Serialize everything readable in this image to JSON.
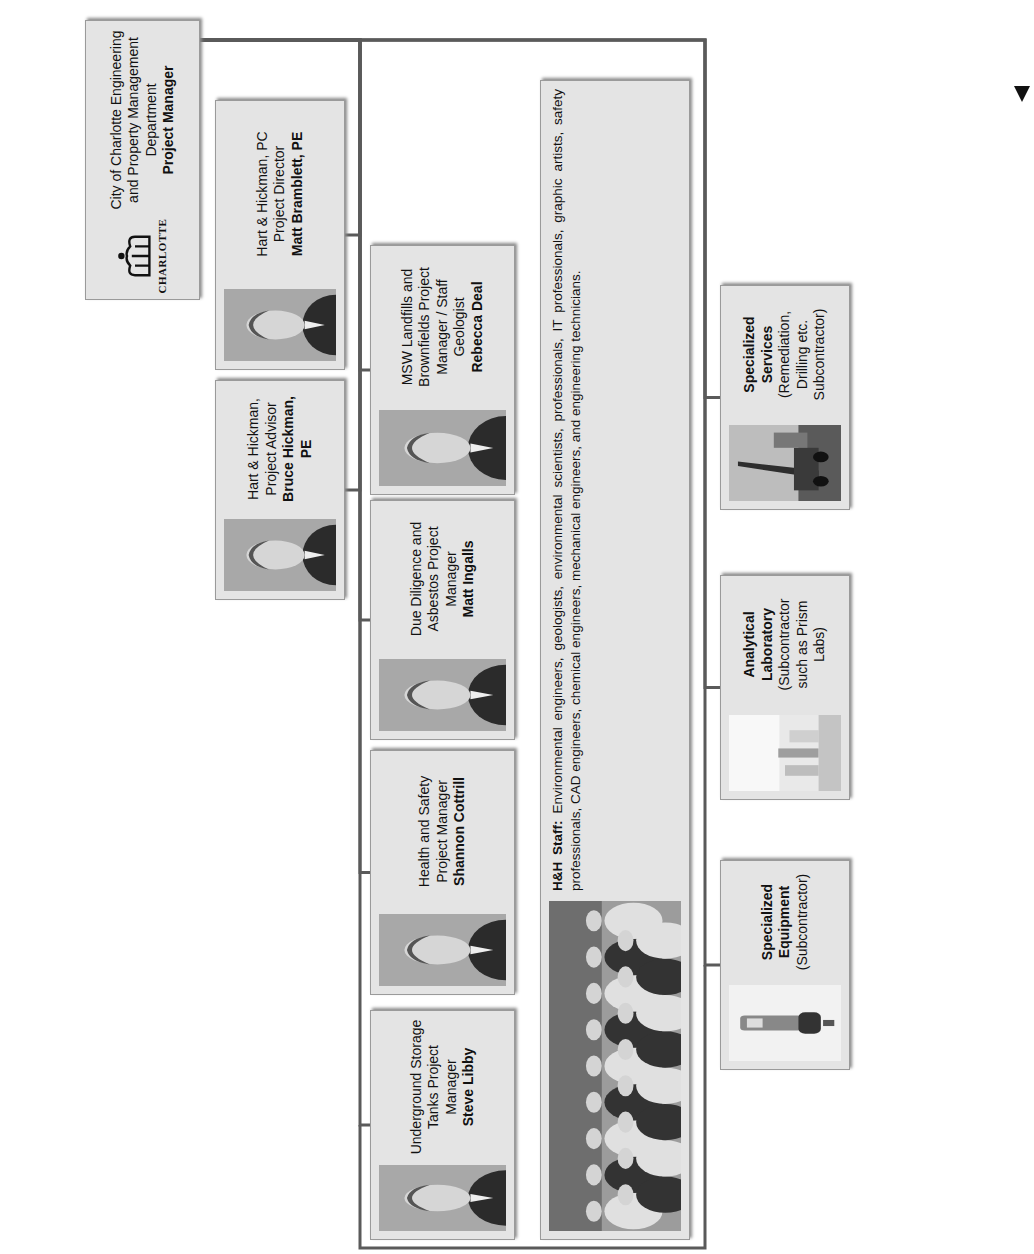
{
  "diagram": {
    "nodes": [
      {
        "text": [
          "City of Charlotte Engineering and Property Management Department",
          "Project Manager"
        ]
      },
      {
        "text": [
          "Hart & Hickman, Project Advisor",
          "Bruce Hickman, PE"
        ]
      },
      {
        "text": [
          "Hart & Hickman, PC Project Director",
          "Matt Bramblett, PE"
        ]
      },
      {
        "text": [
          "Underground Storage Tanks Project Manager",
          "Steve Libby"
        ]
      },
      {
        "text": [
          "Health and Safety Project Manager",
          "Shannon Cottrill"
        ]
      },
      {
        "text": [
          "Due Diligence and Asbestos Project Manager",
          "Matt Ingalls"
        ]
      },
      {
        "text": [
          "MSW Landfills and Brownfields Project Manager / Staff Geologist",
          "Rebecca Deal"
        ]
      },
      {
        "text": [
          "H&H Staff:",
          "Environmental engineers, geologists, environmental scientists, professionals, IT professionals, graphic artists, safety professionals, CAD engineers, chemical engineers, mechanical engineers, and engineering technicians."
        ]
      },
      {
        "text": [
          "Specialized Equipment",
          "(Subcontractor)"
        ]
      },
      {
        "text": [
          "Analytical Laboratory",
          "(Subcontractor such as Prism Labs)"
        ]
      },
      {
        "text": [
          "Specialized Services",
          "(Remediation, Drilling etc. Subcontractor)"
        ]
      }
    ],
    "edges": [
      {
        "from": 0,
        "to": 1,
        "arrow": "none"
      },
      {
        "from": 0,
        "to": 2,
        "arrow": "none"
      },
      {
        "from": 0,
        "to": 3,
        "arrow": "none"
      },
      {
        "from": 0,
        "to": 4,
        "arrow": "none"
      },
      {
        "from": 0,
        "to": 5,
        "arrow": "none"
      },
      {
        "from": 0,
        "to": 6,
        "arrow": "none"
      },
      {
        "from": 0,
        "to": 8,
        "arrow": "none"
      },
      {
        "from": 0,
        "to": 9,
        "arrow": "none"
      },
      {
        "from": 0,
        "to": 10,
        "arrow": "none"
      }
    ],
    "labels": [
      "CHARLOTTE"
    ]
  }
}
